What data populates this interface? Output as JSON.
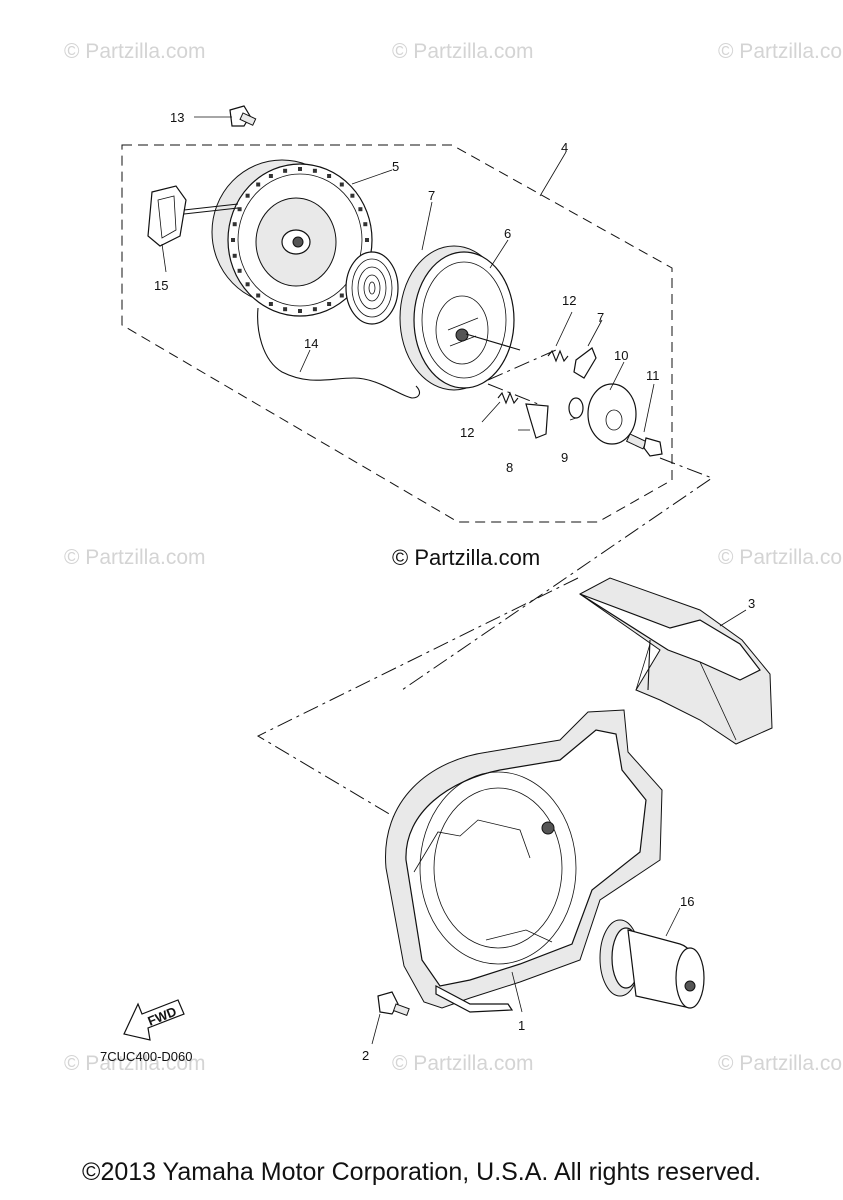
{
  "watermarks": {
    "text": "© Partzilla.com",
    "center_text": "© Partzilla.com"
  },
  "diagram": {
    "drawing_code": "7CUC400-D060",
    "fwd_label": "FWD",
    "callouts": [
      {
        "id": "c1",
        "label": "1"
      },
      {
        "id": "c2",
        "label": "2"
      },
      {
        "id": "c3",
        "label": "3"
      },
      {
        "id": "c4",
        "label": "4"
      },
      {
        "id": "c5",
        "label": "5"
      },
      {
        "id": "c6",
        "label": "6"
      },
      {
        "id": "c7a",
        "label": "7"
      },
      {
        "id": "c7b",
        "label": "7"
      },
      {
        "id": "c8",
        "label": "8"
      },
      {
        "id": "c9",
        "label": "9"
      },
      {
        "id": "c10",
        "label": "10"
      },
      {
        "id": "c11",
        "label": "11"
      },
      {
        "id": "c12a",
        "label": "12"
      },
      {
        "id": "c12b",
        "label": "12"
      },
      {
        "id": "c13",
        "label": "13"
      },
      {
        "id": "c14",
        "label": "14"
      },
      {
        "id": "c15",
        "label": "15"
      },
      {
        "id": "c16",
        "label": "16"
      }
    ]
  },
  "footer": {
    "copyright": "©2013 Yamaha Motor Corporation, U.S.A. All rights reserved."
  }
}
